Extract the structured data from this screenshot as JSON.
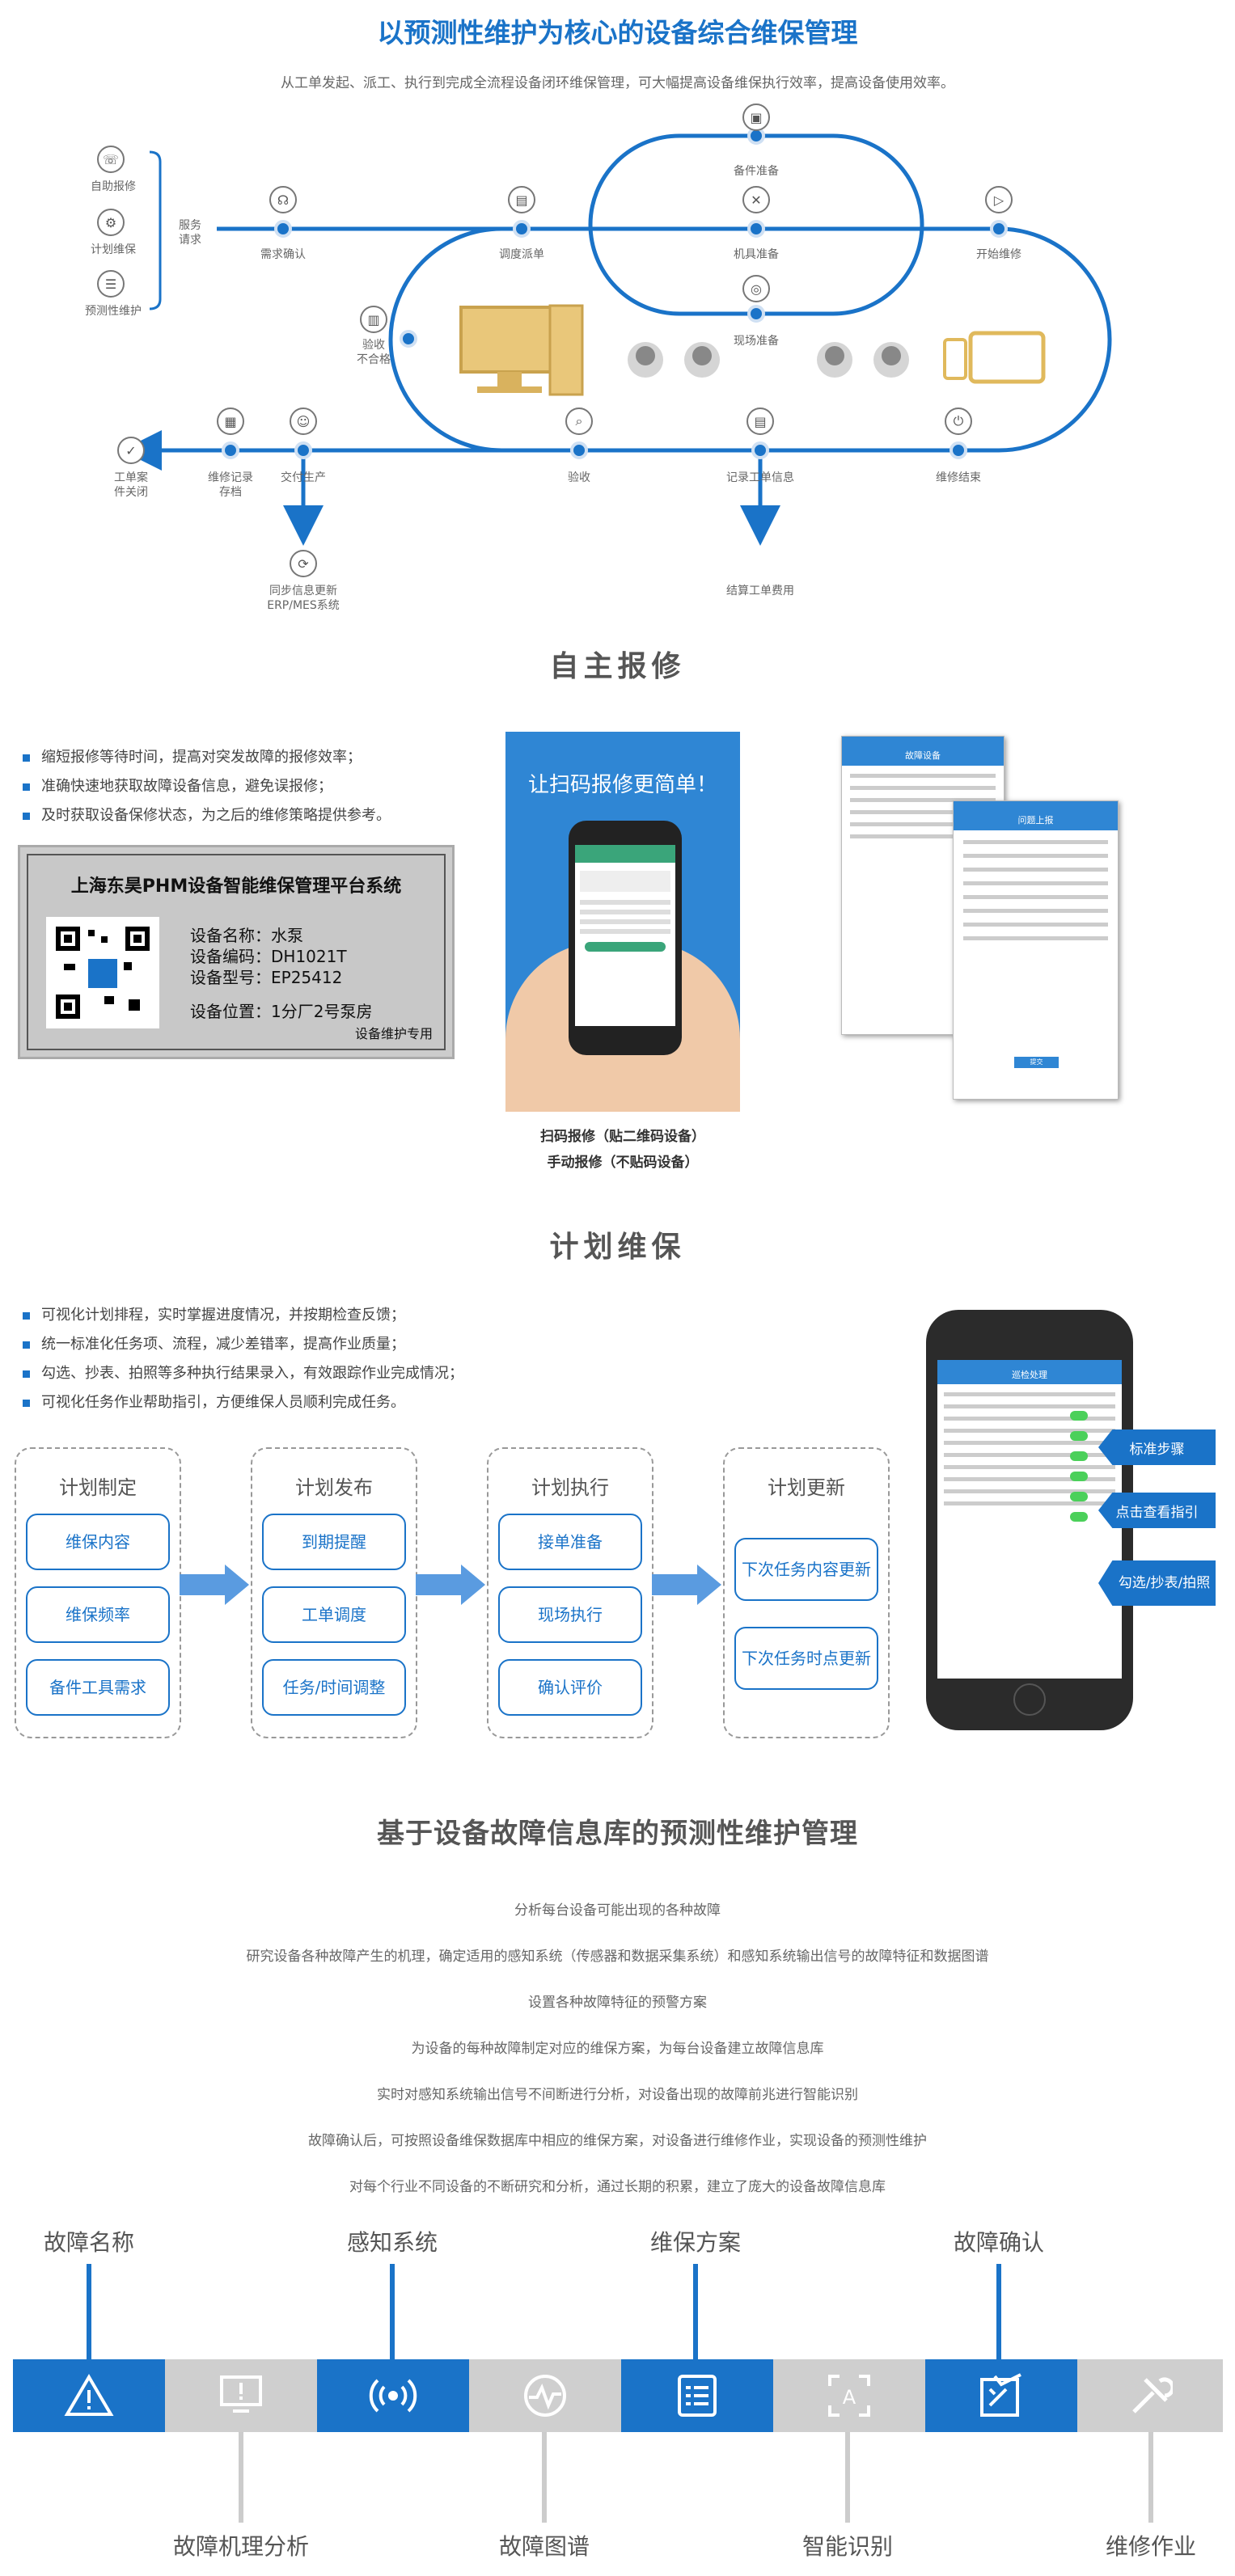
{
  "header": {
    "title": "以预测性维护为核心的设备综合维保管理",
    "subtitle": "从工单发起、派工、执行到完成全流程设备闭环维保管理，可大幅提高设备维保执行效率，提高设备使用效率。"
  },
  "workflow": {
    "sources": [
      "自助报修",
      "计划维保",
      "预测性维护"
    ],
    "service_request": "服务\n请求",
    "nodes": {
      "demand_confirm": "需求确认",
      "dispatch": "调度派单",
      "parts": "备件准备",
      "tools": "机具准备",
      "site": "现场准备",
      "start": "开始维修",
      "check_fail": "验收\n不合格",
      "inspect": "验收",
      "record": "记录工单信息",
      "end": "维修结束",
      "archive": "维修记录\n存档",
      "deliver": "交付生产",
      "close": "工单案\n件关闭",
      "sync": "同步信息更新\nERP/MES系统",
      "settle": "结算工单费用"
    }
  },
  "self_repair": {
    "title": "自主报修",
    "bullets": [
      "缩短报修等待时间，提高对突发故障的报修效率；",
      "准确快速地获取故障设备信息，避免误报修；",
      "及时获取设备保修状态，为之后的维修策略提供参考。"
    ],
    "label_card": {
      "title": "上海东昊PHM设备智能维保管理平台系统",
      "fields": [
        "设备名称：水泵",
        "设备编码：DH1021T",
        "设备型号：EP25412"
      ],
      "location": "设备位置：1分厂2号泵房",
      "footer": "设备维护专用"
    },
    "poster_text": "让扫码报修更简单！",
    "captions": [
      "扫码报修（贴二维码设备）",
      "手动报修（不贴码设备）"
    ],
    "screen1_title": "故障设备",
    "screen2_title": "问题上报",
    "submit": "提交"
  },
  "plan": {
    "title": "计划维保",
    "bullets": [
      "可视化计划排程，实时掌握进度情况，并按期检查反馈；",
      "统一标准化任务项、流程，减少差错率，提高作业质量；",
      "勾选、抄表、拍照等多种执行结果录入，有效跟踪作业完成情况；",
      "可视化任务作业帮助指引，方便维保人员顺利完成任务。"
    ],
    "columns": [
      {
        "title": "计划制定",
        "items": [
          "维保内容",
          "维保频率",
          "备件工具需求"
        ]
      },
      {
        "title": "计划发布",
        "items": [
          "到期提醒",
          "工单调度",
          "任务/时间调整"
        ]
      },
      {
        "title": "计划执行",
        "items": [
          "接单准备",
          "现场执行",
          "确认评价"
        ]
      },
      {
        "title": "计划更新",
        "items": [
          "下次任务内容更新",
          "下次任务时点更新"
        ]
      }
    ],
    "phone_title": "巡检处理",
    "callouts": [
      "标准步骤",
      "点击查看指引",
      "勾选/抄表/拍照"
    ]
  },
  "predict": {
    "title": "基于设备故障信息库的预测性维护管理",
    "lines": [
      "分析每台设备可能出现的各种故障",
      "研究设备各种故障产生的机理，确定适用的感知系统（传感器和数据采集系统）和感知系统输出信号的故障特征和数据图谱",
      "设置各种故障特征的预警方案",
      "为设备的每种故障制定对应的维保方案，为每台设备建立故障信息库",
      "实时对感知系统输出信号不间断进行分析，对设备出现的故障前兆进行智能识别",
      "故障确认后，可按照设备维保数据库中相应的维保方案，对设备进行维修作业，实现设备的预测性维护",
      "对每个行业不同设备的不断研究和分析，通过长期的积累，建立了庞大的设备故障信息库"
    ],
    "top_labels": [
      "故障名称",
      "感知系统",
      "维保方案",
      "故障确认"
    ],
    "bottom_labels": [
      "故障机理分析",
      "故障图谱",
      "智能识别",
      "维修作业"
    ],
    "icons": [
      "warning-icon",
      "monitor-alert-icon",
      "signal-icon",
      "waveform-icon",
      "list-icon",
      "ai-scan-icon",
      "check-box-icon",
      "tools-icon"
    ]
  }
}
